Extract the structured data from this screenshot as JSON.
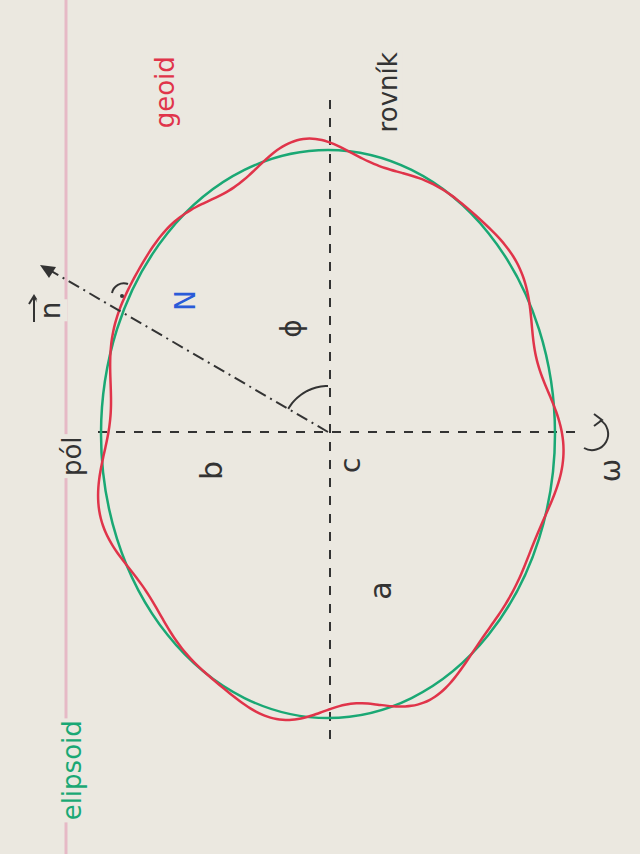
{
  "diagram": {
    "labels": [
      "pól",
      "geoid",
      "rovník",
      "elipsoid",
      "b",
      "c",
      "a",
      "N",
      "ϕ",
      "n",
      "ω"
    ]
  }
}
